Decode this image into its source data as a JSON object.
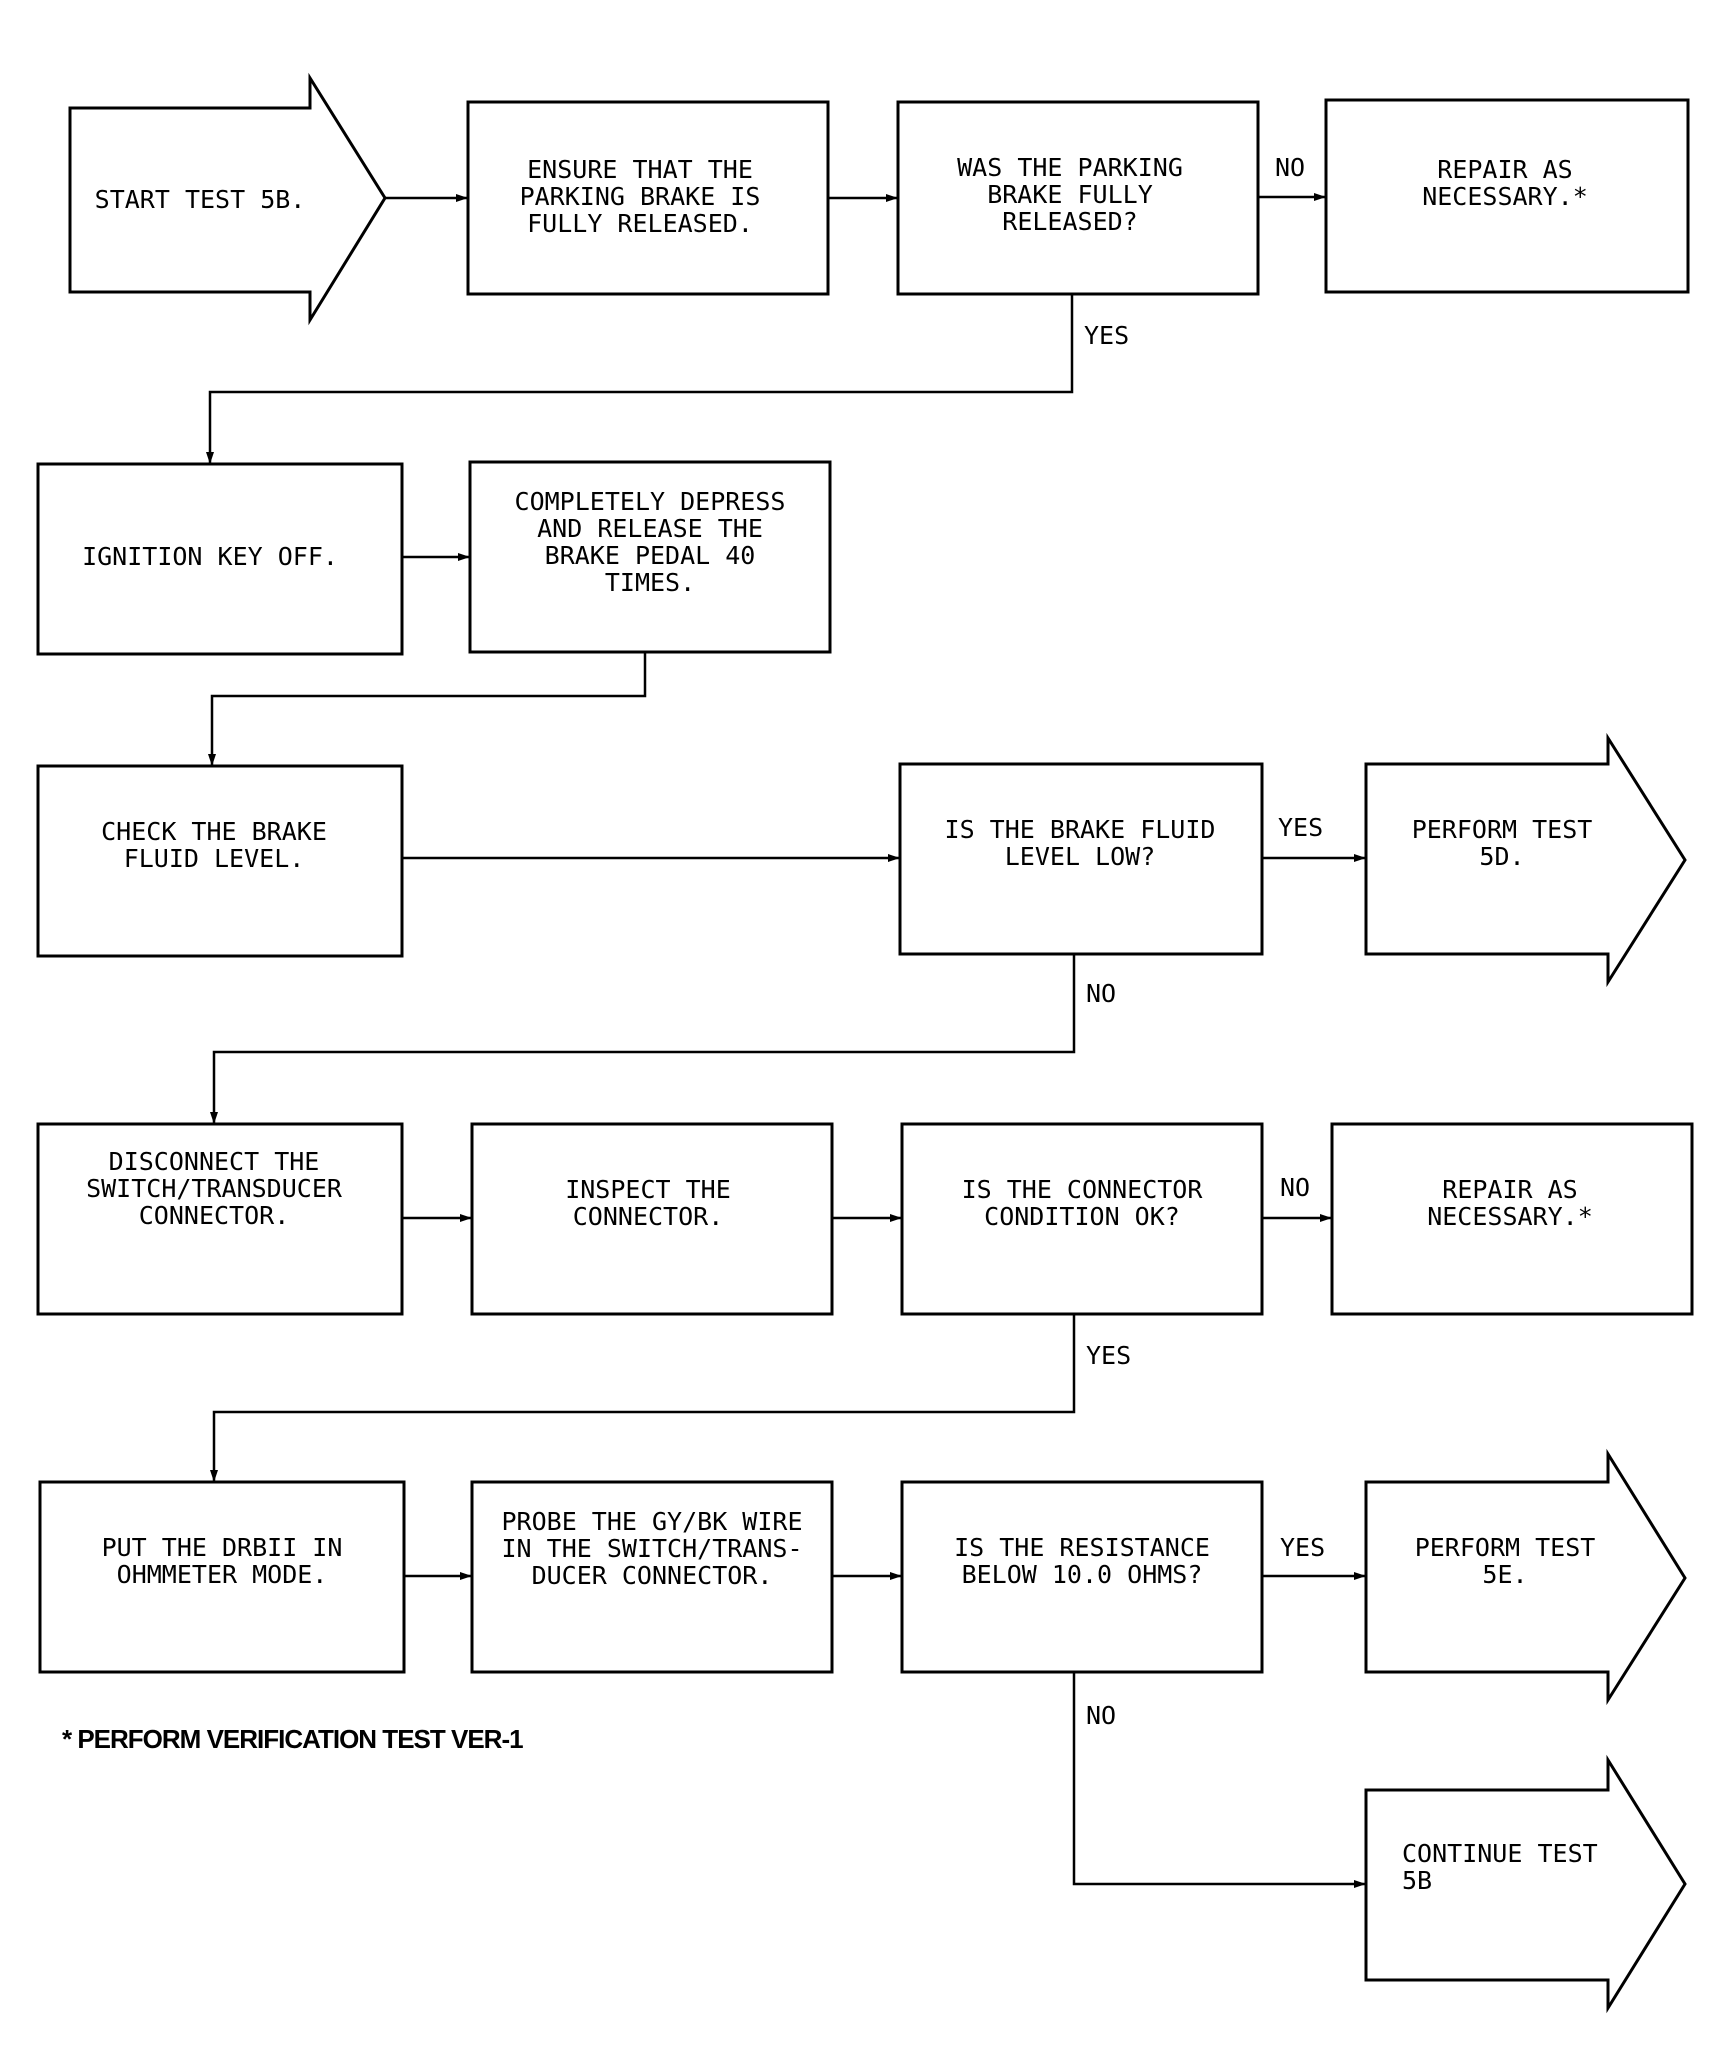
{
  "nodes": {
    "start": [
      "START TEST 5B."
    ],
    "ensure_released": [
      "ENSURE THAT THE",
      "PARKING BRAKE IS",
      "FULLY RELEASED."
    ],
    "q_released": [
      "WAS THE PARKING",
      "BRAKE FULLY",
      "RELEASED?"
    ],
    "repair_1": [
      "REPAIR AS",
      "NECESSARY.*"
    ],
    "ignition_off": [
      "IGNITION KEY OFF."
    ],
    "depress_pedal": [
      "COMPLETELY DEPRESS",
      "AND RELEASE THE",
      "BRAKE PEDAL 40",
      "TIMES."
    ],
    "check_fluid": [
      "CHECK THE BRAKE",
      "FLUID LEVEL."
    ],
    "q_fluid_low": [
      "IS THE BRAKE FLUID",
      "LEVEL LOW?"
    ],
    "perform_5d": [
      "PERFORM TEST",
      "5D."
    ],
    "disconnect": [
      "DISCONNECT THE",
      "SWITCH/TRANSDUCER",
      "CONNECTOR."
    ],
    "inspect": [
      "INSPECT THE",
      "CONNECTOR."
    ],
    "q_connector_ok": [
      "IS THE CONNECTOR",
      "CONDITION OK?"
    ],
    "repair_2": [
      "REPAIR AS",
      "NECESSARY.*"
    ],
    "ohmmeter": [
      "PUT THE DRBII IN",
      "OHMMETER MODE."
    ],
    "probe": [
      "PROBE THE GY/BK WIRE",
      "IN THE SWITCH/TRANS-",
      "DUCER CONNECTOR."
    ],
    "q_resistance": [
      "IS THE RESISTANCE",
      "BELOW 10.0 OHMS?"
    ],
    "perform_5e": [
      "PERFORM TEST",
      "5E."
    ],
    "continue_5b": [
      "CONTINUE TEST",
      "5B"
    ]
  },
  "edge_labels": {
    "released_no": "NO",
    "released_yes": "YES",
    "fluid_yes": "YES",
    "fluid_no": "NO",
    "connector_no": "NO",
    "connector_yes": "YES",
    "resistance_yes": "YES",
    "resistance_no": "NO"
  },
  "footnote": "* PERFORM VERIFICATION TEST VER-1"
}
